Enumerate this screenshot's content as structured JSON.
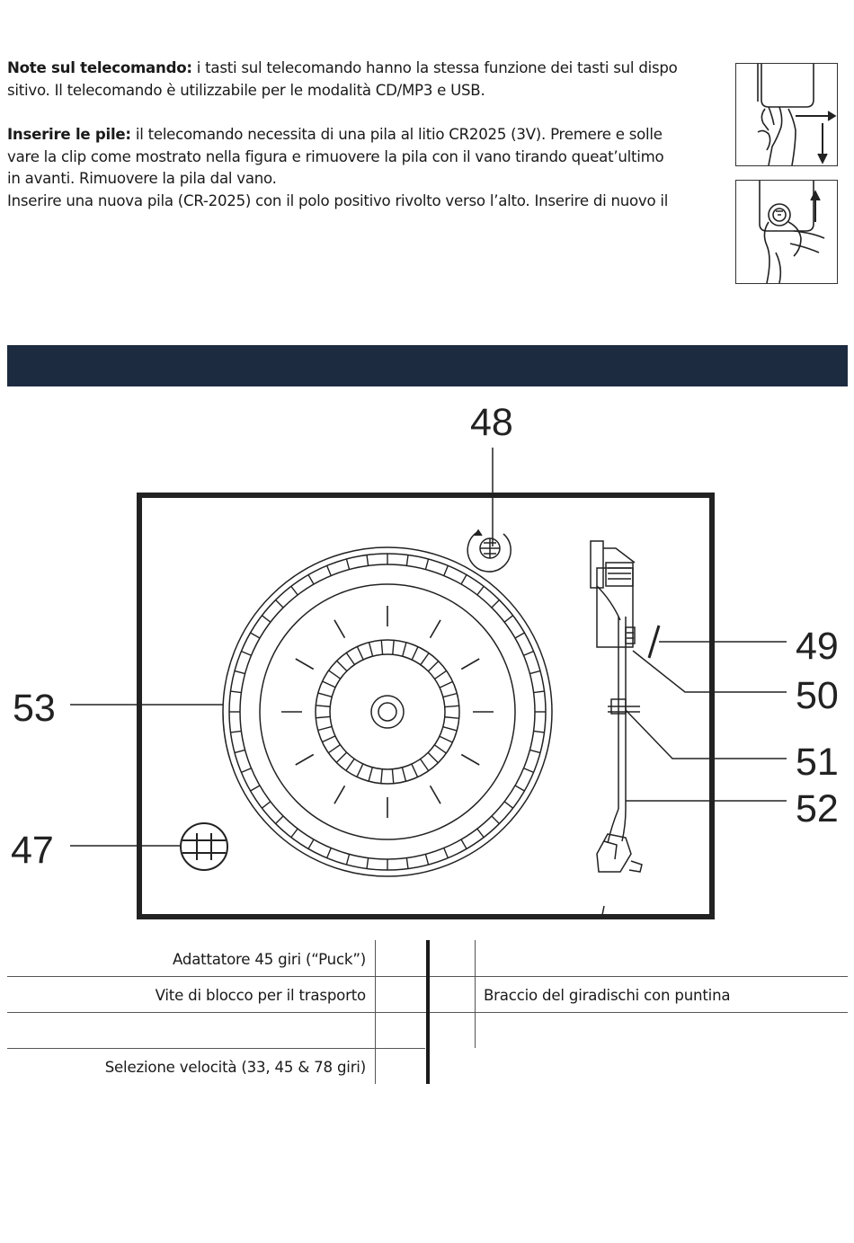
{
  "notes": {
    "remote_title": "Note sul telecomando:",
    "remote_line1": " i tasti sul telecomando hanno la stessa funzione dei tasti sul dispo",
    "remote_line2": "sitivo. Il telecomando è utilizzabile per le modalità CD/MP3 e USB.",
    "battery_title": "Inserire le pile:",
    "battery_line1": " il telecomando necessita di una pila al litio CR2025 (3V). Premere e solle",
    "battery_line2": "vare la clip come mostrato nella figura e rimuovere la pila con il vano tirando queat’ultimo",
    "battery_line3": "in avanti. Rimuovere la pila dal vano.",
    "battery_line4": "Inserire una nuova pila (CR-2025) con il polo positivo rivolto verso l’alto. Inserire di nuovo il"
  },
  "callouts": {
    "n47": "47",
    "n48": "48",
    "n49": "49",
    "n50": "50",
    "n51": "51",
    "n52": "52",
    "n53": "53"
  },
  "legend": {
    "row1_left": "Adattatore 45 giri (“Puck”)",
    "row2_left": "Vite di blocco per il trasporto",
    "row2_right": "Braccio del giradischi con puntina",
    "row4_left": "Selezione velocità (33, 45 & 78 giri)"
  },
  "colors": {
    "band": "#1d2b41",
    "text": "#1a1a1a"
  }
}
